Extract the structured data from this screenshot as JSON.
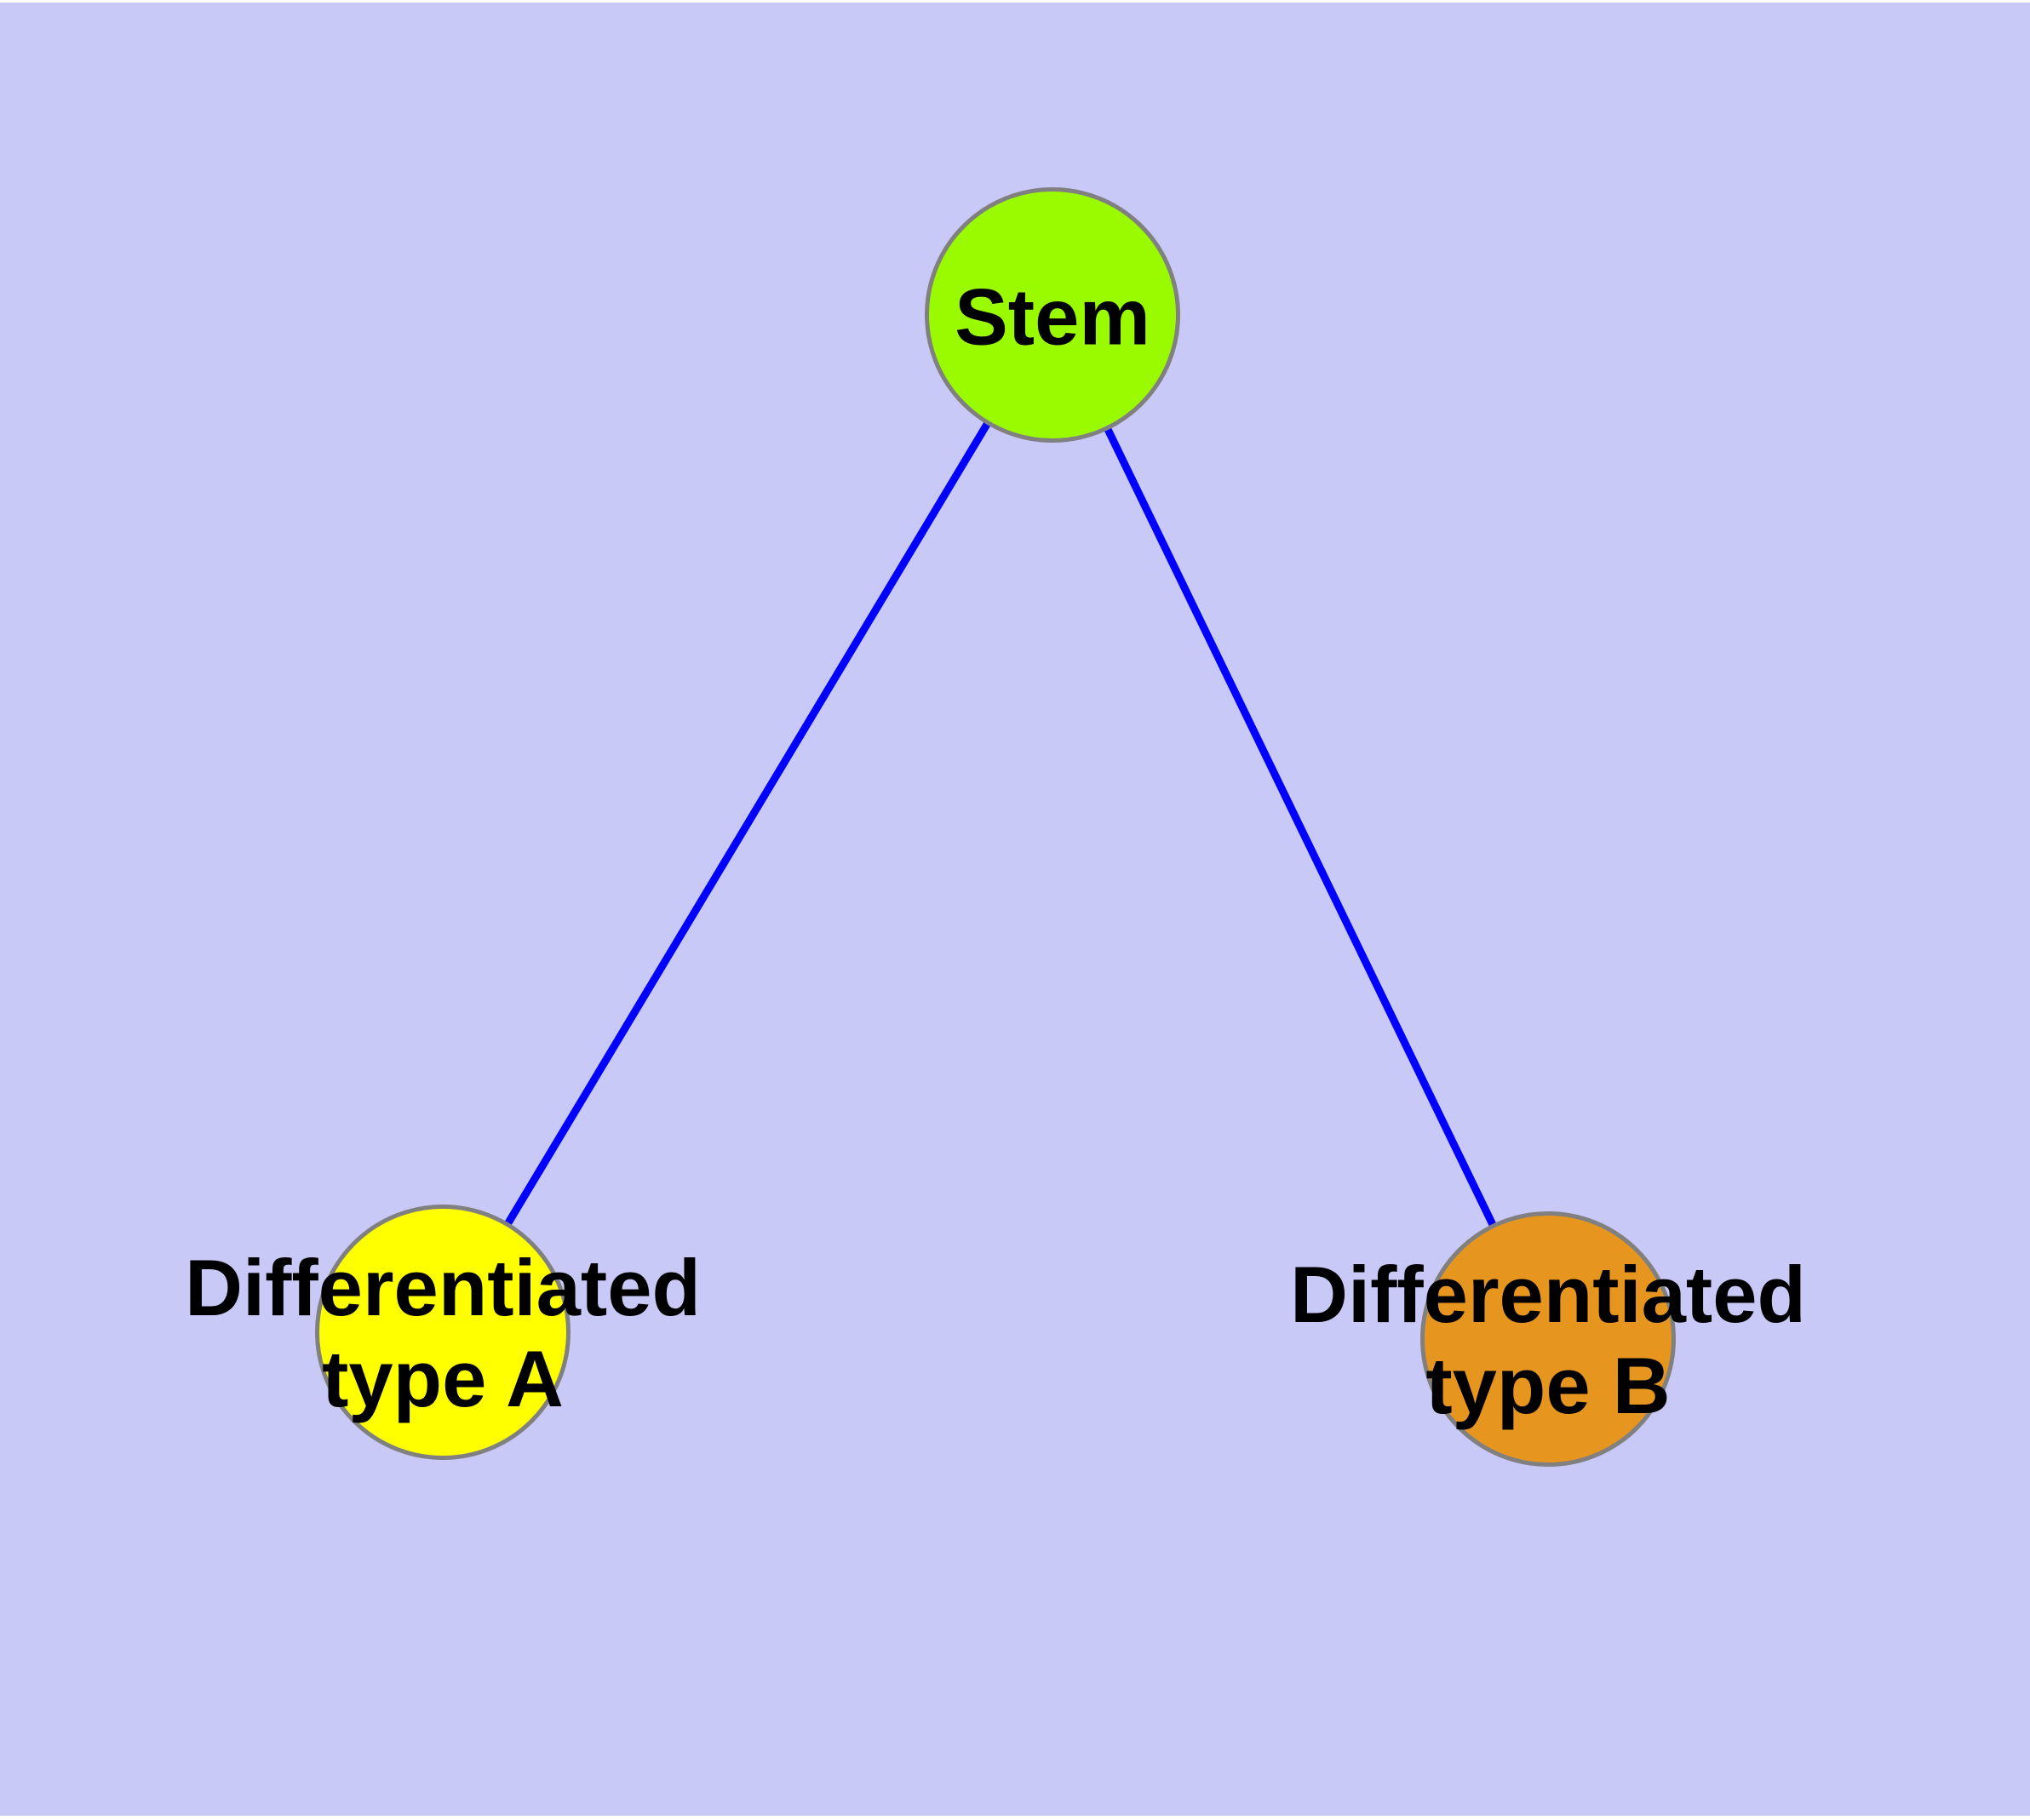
{
  "diagram": {
    "background_color": "#C9C9F8",
    "edge_color": "#0000FF",
    "node_border_color": "#808080",
    "text_color": "#000000",
    "nodes": [
      {
        "id": "stem",
        "label": "Stem",
        "color": "#9AFB00"
      },
      {
        "id": "type-a",
        "label": "Differentiated\ntype A",
        "color": "#FFFF00"
      },
      {
        "id": "type-b",
        "label": "Differentiated\ntype B",
        "color": "#E6961E"
      }
    ],
    "edges": [
      {
        "from": "stem",
        "to": "type-a"
      },
      {
        "from": "stem",
        "to": "type-b"
      }
    ]
  }
}
